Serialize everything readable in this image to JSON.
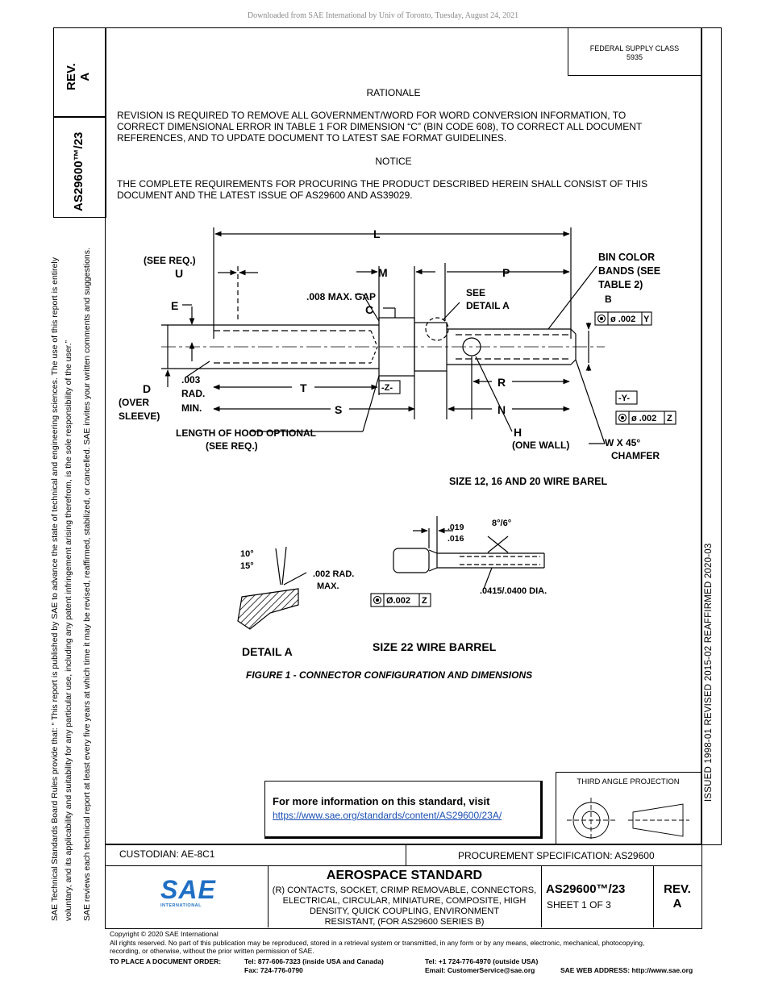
{
  "download_notice": "Downloaded from SAE International by Univ of Toronto, Tuesday, August 24, 2021",
  "side": {
    "rev_label": "REV.",
    "rev_value": "A",
    "doc_id": "AS29600™/23",
    "note_line1": "SAE Technical Standards Board Rules provide that: “ This report is published by SAE to advance the state of technical and engineering sciences. The use of this report is entirely",
    "note_line2": "voluntary, and its applicability and suitability for any particular use, including any patent infringement arising therefrom, is the sole responsibility of the user.”",
    "note_line3": "SAE reviews each technical report at least every five years at which time it may be revised, reaffirmed, stabilized, or cancelled. SAE invites your written comments and suggestions.",
    "history": "ISSUED 1998-01    REVISED 2015-02    REAFFIRMED 2020-03"
  },
  "header": {
    "fsc_line1": "FEDERAL SUPPLY CLASS",
    "fsc_line2": "5935"
  },
  "rationale": {
    "title": "RATIONALE",
    "text_line1": "REVISION IS REQUIRED TO REMOVE ALL GOVERNMENT/WORD FOR WORD CONVERSION INFORMATION, TO",
    "text_line2": "CORRECT DIMENSIONAL ERROR IN TABLE 1 FOR DIMENSION “C” (BIN CODE 608), TO CORRECT ALL DOCUMENT",
    "text_line3": "REFERENCES, AND TO UPDATE DOCUMENT TO LATEST SAE FORMAT GUIDELINES."
  },
  "notice": {
    "title": "NOTICE",
    "text_line1": "THE COMPLETE REQUIREMENTS FOR PROCURING THE PRODUCT DESCRIBED HEREIN SHALL CONSIST OF THIS",
    "text_line2": "DOCUMENT AND THE LATEST ISSUE OF AS29600 AND AS39029."
  },
  "figure": {
    "caption": "FIGURE 1 - CONNECTOR CONFIGURATION AND DIMENSIONS",
    "main_title": "SIZE 12, 16 AND 20 WIRE BAREL",
    "size22_title": "SIZE 22 WIRE BARREL",
    "detail_title": "DETAIL A",
    "labels": {
      "L": "L",
      "M": "M",
      "P": "P",
      "U": "U",
      "see_req": "(SEE REQ.)",
      "E": "E",
      "C": "C",
      "gap": ".008 MAX. GAP",
      "see_detail_1": "SEE",
      "see_detail_2": "DETAIL A",
      "bin_1": "BIN COLOR",
      "bin_2": "BANDS (SEE",
      "bin_3": "TABLE 2)",
      "B": "B",
      "tol_y": "ø .002",
      "Y": "Y",
      "D": "D",
      "over_1": "(OVER",
      "over_2": "SLEEVE)",
      "rad_1": ".003",
      "rad_2": "RAD.",
      "rad_3": "MIN.",
      "T": "T",
      "S": "S",
      "datum_z": "-Z-",
      "R": "R",
      "N": "N",
      "datum_y": "-Y-",
      "tol_z": "ø .002",
      "Z": "Z",
      "H": "H",
      "one_wall": "(ONE WALL)",
      "chamfer_1": "W X 45°",
      "chamfer_2": "CHAMFER",
      "hood_1": "LENGTH OF HOOD OPTIONAL",
      "hood_2": "(SEE REQ.)",
      "ang_1": "10°",
      "ang_2": "15°",
      "detail_rad_1": ".002 RAD.",
      "detail_rad_2": "MAX.",
      "d019": ".019",
      "d016": ".016",
      "deg": "8°/6°",
      "dia": ".0415/.0400 DIA.",
      "tol_22": "Ø.002",
      "Z22": "Z"
    }
  },
  "info": {
    "title": "For more information on this standard, visit",
    "link": "https://www.sae.org/standards/content/AS29600/23A/"
  },
  "projection": {
    "label": "THIRD ANGLE PROJECTION"
  },
  "title_block": {
    "custodian": "CUSTODIAN: AE-8C1",
    "procurement": "PROCUREMENT SPECIFICATION: AS29600",
    "logo_text": "SAE",
    "logo_sub": "INTERNATIONAL",
    "standard": "AEROSPACE STANDARD",
    "desc_line1": "(R) CONTACTS, SOCKET, CRIMP REMOVABLE, CONNECTORS,",
    "desc_line2": "ELECTRICAL, CIRCULAR, MINIATURE, COMPOSITE, HIGH",
    "desc_line3": "DENSITY, QUICK COUPLING, ENVIRONMENT",
    "desc_line4": "RESISTANT, (FOR AS29600 SERIES B)",
    "doc_number": "AS29600™/23",
    "sheet": "SHEET 1 OF 3",
    "rev_label": "REV.",
    "rev_value": "A"
  },
  "footer": {
    "copyright": "Copyright © 2020 SAE International",
    "rights_line1": "All rights reserved. No part of this publication may be reproduced, stored in a retrieval system or transmitted, in any form or by any means, electronic, mechanical, photocopying,",
    "rights_line2": "recording, or otherwise, without the prior written permission of SAE.",
    "order_label": "TO PLACE A DOCUMENT ORDER:",
    "tel_us": "Tel: 877-606-7323 (inside USA and Canada)",
    "tel_intl": "Tel: +1 724-776-4970 (outside USA)",
    "fax": "Fax: 724-776-0790",
    "email": "Email: CustomerService@sae.org",
    "web": "SAE WEB ADDRESS: http://www.sae.org"
  }
}
